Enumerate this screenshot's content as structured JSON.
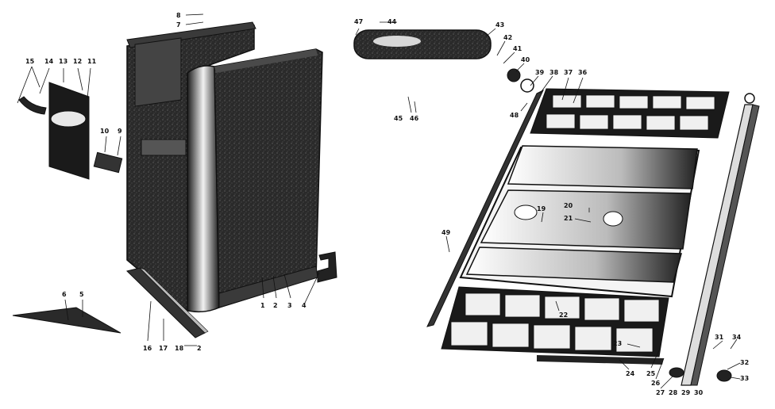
{
  "diagram": {
    "colors": {
      "ink": "#111111",
      "dark": "#2a2a2a",
      "mid": "#555555",
      "light": "#d8d8d8",
      "paper": "#ffffff"
    },
    "labels": [
      {
        "id": "l1",
        "text": "1"
      },
      {
        "id": "l2",
        "text": "2"
      },
      {
        "id": "l3",
        "text": "3"
      },
      {
        "id": "l4",
        "text": "4"
      },
      {
        "id": "l5",
        "text": "5"
      },
      {
        "id": "l6",
        "text": "6"
      },
      {
        "id": "l7",
        "text": "7"
      },
      {
        "id": "l8",
        "text": "8"
      },
      {
        "id": "l9",
        "text": "9"
      },
      {
        "id": "l10",
        "text": "10"
      },
      {
        "id": "l11",
        "text": "11"
      },
      {
        "id": "l12",
        "text": "12"
      },
      {
        "id": "l13",
        "text": "13"
      },
      {
        "id": "l14",
        "text": "14"
      },
      {
        "id": "l15",
        "text": "15"
      },
      {
        "id": "l16",
        "text": "16"
      },
      {
        "id": "l17",
        "text": "17"
      },
      {
        "id": "l18",
        "text": "18"
      },
      {
        "id": "l18b",
        "text": "2"
      },
      {
        "id": "l19",
        "text": "19"
      },
      {
        "id": "l20",
        "text": "20"
      },
      {
        "id": "l21",
        "text": "21"
      },
      {
        "id": "l22",
        "text": "22"
      },
      {
        "id": "l23",
        "text": "23"
      },
      {
        "id": "l24",
        "text": "24"
      },
      {
        "id": "l25",
        "text": "25"
      },
      {
        "id": "l26",
        "text": "26"
      },
      {
        "id": "l27",
        "text": "27"
      },
      {
        "id": "l28",
        "text": "28"
      },
      {
        "id": "l29",
        "text": "29"
      },
      {
        "id": "l30",
        "text": "30"
      },
      {
        "id": "l31",
        "text": "31"
      },
      {
        "id": "l32",
        "text": "32"
      },
      {
        "id": "l33",
        "text": "33"
      },
      {
        "id": "l34",
        "text": "34"
      },
      {
        "id": "l36",
        "text": "36"
      },
      {
        "id": "l37",
        "text": "37"
      },
      {
        "id": "l38",
        "text": "38"
      },
      {
        "id": "l39",
        "text": "39"
      },
      {
        "id": "l40",
        "text": "40"
      },
      {
        "id": "l41",
        "text": "41"
      },
      {
        "id": "l42",
        "text": "42"
      },
      {
        "id": "l43",
        "text": "43"
      },
      {
        "id": "l44",
        "text": "44"
      },
      {
        "id": "l45",
        "text": "45"
      },
      {
        "id": "l46",
        "text": "46"
      },
      {
        "id": "l47",
        "text": "47"
      },
      {
        "id": "l48",
        "text": "48"
      },
      {
        "id": "l49",
        "text": "49"
      }
    ]
  }
}
